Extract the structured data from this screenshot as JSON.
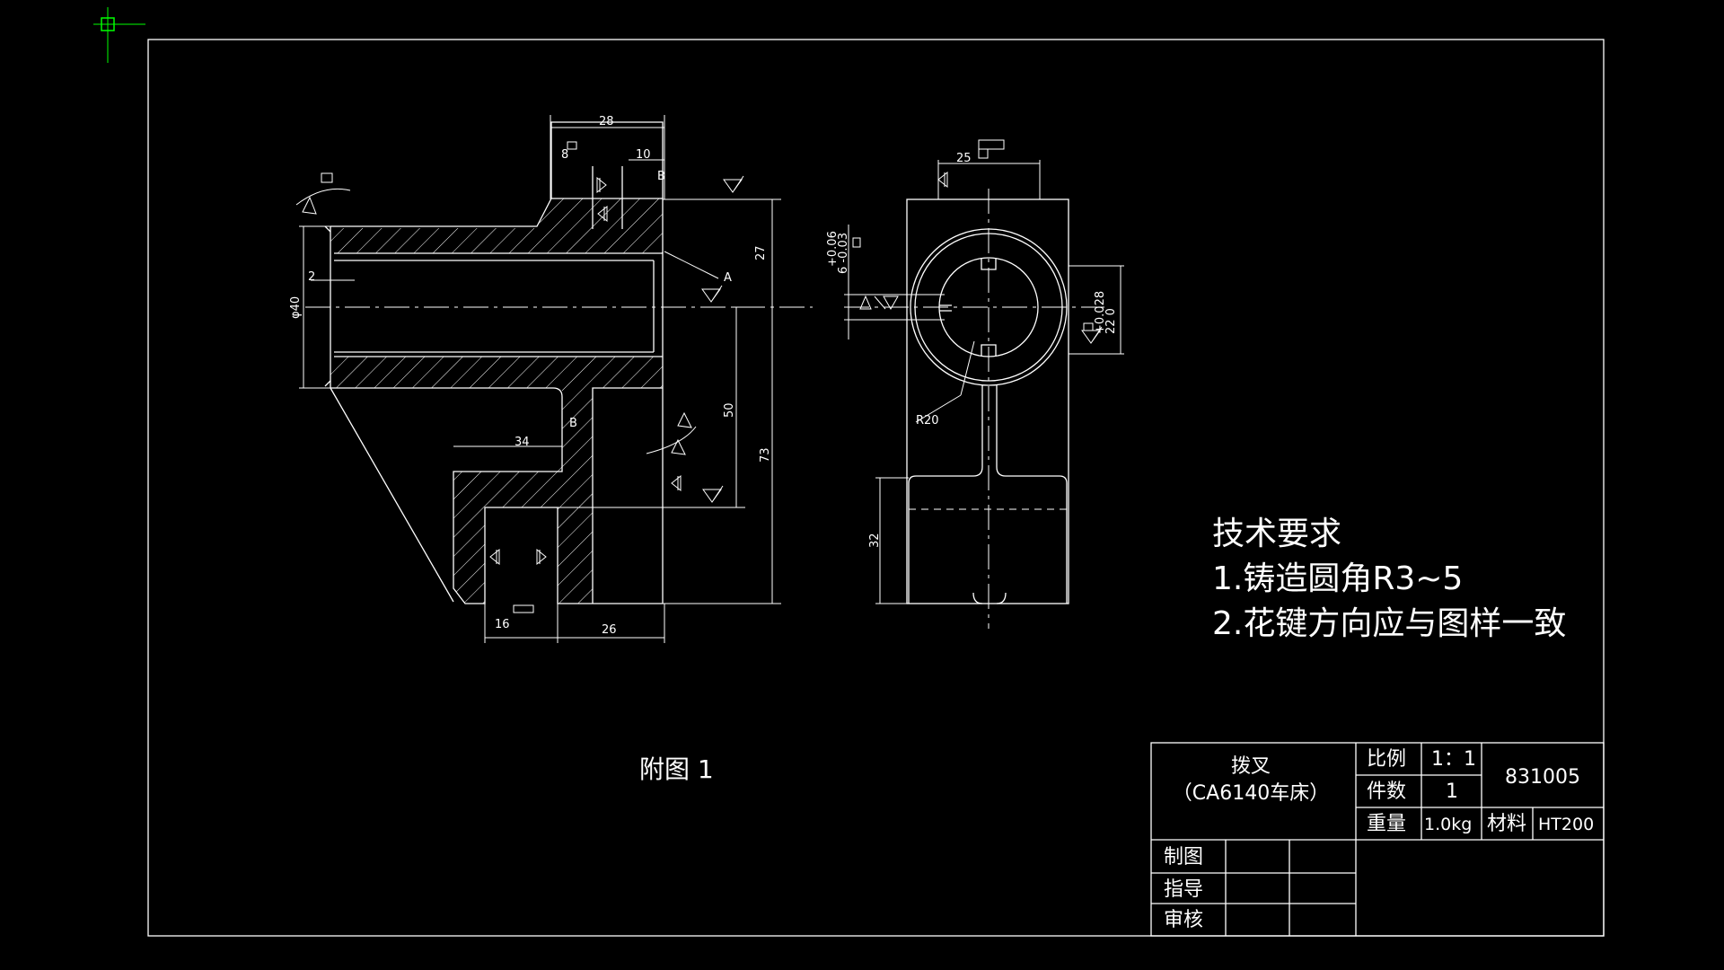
{
  "colors": {
    "background": "#000000",
    "line": "#ffffff",
    "cursor": "#00ff00"
  },
  "dimensions": {
    "d28": "28",
    "d10": "10",
    "d8": "8",
    "dB": "B",
    "dA": "A",
    "d27": "27",
    "d2": "2",
    "d40": "φ40",
    "d34": "34",
    "d50": "50",
    "d73": "73",
    "d16": "16",
    "d26": "26",
    "d25": "25",
    "d_tol6": "+0.06\n6 -0.03",
    "d22": "+0.028\n22  0",
    "dR20": "R20",
    "d32": "32"
  },
  "tech_requirements": {
    "title": "技术要求",
    "item1": "1.铸造圆角R3~5",
    "item2": "2.花键方向应与图样一致"
  },
  "caption": "附图 1",
  "title_block": {
    "part_name": "拨叉",
    "machine": "（CA6140车床）",
    "scale_label": "比例",
    "scale_value": "1：1",
    "quantity_label": "件数",
    "quantity_value": "1",
    "drawing_no": "831005",
    "weight_label": "重量",
    "weight_value": "1.0kg",
    "material_label": "材料",
    "material_value": "HT200",
    "drawn_label": "制图",
    "guide_label": "指导",
    "review_label": "审核"
  }
}
